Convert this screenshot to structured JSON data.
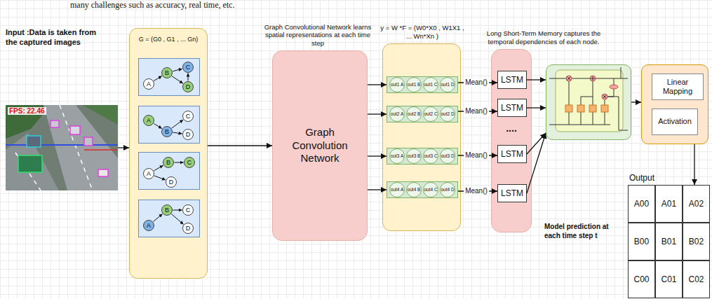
{
  "diagram": {
    "nodes": [
      {
        "text": [
          "Input :Data is taken from the captured images",
          "FPS: 22.46"
        ]
      },
      {
        "text": [
          "G = (G0 , G1 , ... Gn)"
        ]
      },
      {
        "text": [],
        "in": 1
      },
      {
        "text": [
          "A"
        ],
        "in": 2
      },
      {
        "text": [
          "B"
        ],
        "in": 2
      },
      {
        "text": [
          "C"
        ],
        "in": 2
      },
      {
        "text": [
          "D"
        ],
        "in": 2
      },
      {
        "text": [],
        "in": 1
      },
      {
        "text": [
          "A"
        ],
        "in": 7
      },
      {
        "text": [
          "B"
        ],
        "in": 7
      },
      {
        "text": [
          "C"
        ],
        "in": 7
      },
      {
        "text": [
          "D"
        ],
        "in": 7
      },
      {
        "text": [],
        "in": 1
      },
      {
        "text": [
          "A"
        ],
        "in": 12
      },
      {
        "text": [
          "B"
        ],
        "in": 12
      },
      {
        "text": [
          "C"
        ],
        "in": 12
      },
      {
        "text": [
          "D"
        ],
        "in": 12
      },
      {
        "text": [],
        "in": 1
      },
      {
        "text": [
          "A"
        ],
        "in": 17
      },
      {
        "text": [
          "B"
        ],
        "in": 17
      },
      {
        "text": [
          "C"
        ],
        "in": 17
      },
      {
        "text": [
          "D"
        ],
        "in": 17
      },
      {
        "text": [
          "Graph Convolutional Network learns spatial representations at each time step",
          "Graph Convolution Network"
        ]
      },
      {
        "text": [
          "y = W *F = (W0*X0 , W1X1 , ... Wn*Xn )"
        ]
      },
      {
        "text": [],
        "in": 23
      },
      {
        "text": [
          "out1 A"
        ],
        "in": 24
      },
      {
        "text": [
          "out1 B"
        ],
        "in": 24
      },
      {
        "text": [
          "out1 C"
        ],
        "in": 24
      },
      {
        "text": [
          "out1 D"
        ],
        "in": 24
      },
      {
        "text": [],
        "in": 23
      },
      {
        "text": [
          "out2 A"
        ],
        "in": 29
      },
      {
        "text": [
          "out2 B"
        ],
        "in": 29
      },
      {
        "text": [
          "out2 C"
        ],
        "in": 29
      },
      {
        "text": [
          "out2 D"
        ],
        "in": 29
      },
      {
        "text": [],
        "in": 23
      },
      {
        "text": [
          "out3 A"
        ],
        "in": 34
      },
      {
        "text": [
          "out3 B"
        ],
        "in": 34
      },
      {
        "text": [
          "out3 C"
        ],
        "in": 34
      },
      {
        "text": [
          "out3 D"
        ],
        "in": 34
      },
      {
        "text": [],
        "in": 23
      },
      {
        "text": [
          "out4 A"
        ],
        "in": 39
      },
      {
        "text": [
          "out4 B"
        ],
        "in": 39
      },
      {
        "text": [
          "out4 C"
        ],
        "in": 39
      },
      {
        "text": [
          "out4 D"
        ],
        "in": 39
      },
      {
        "text": [
          "Long Short-Term Memory captures the temporal dependencies of each node."
        ]
      },
      {
        "text": [
          "LSTM"
        ],
        "in": 44
      },
      {
        "text": [
          "LSTM"
        ],
        "in": 44
      },
      {
        "text": [
          "LSTM"
        ],
        "in": 44
      },
      {
        "text": [
          "LSTM"
        ],
        "in": 44
      },
      {
        "text": []
      },
      {
        "text": []
      },
      {
        "text": [
          "Linear Mapping"
        ],
        "in": 50
      },
      {
        "text": [
          "Activation"
        ],
        "in": 50
      },
      {
        "text": [
          "Output"
        ]
      }
    ],
    "edges": [
      {
        "from": 0,
        "to": 1,
        "arrow": "to"
      },
      {
        "from": 1,
        "to": 22,
        "arrow": "to"
      },
      {
        "from": 22,
        "to": 24,
        "arrow": "to"
      },
      {
        "from": 22,
        "to": 29,
        "arrow": "to"
      },
      {
        "from": 22,
        "to": 34,
        "arrow": "to"
      },
      {
        "from": 22,
        "to": 39,
        "arrow": "to"
      },
      {
        "from": 24,
        "to": 45,
        "label": "Mean()",
        "arrow": "to"
      },
      {
        "from": 29,
        "to": 46,
        "label": "Mean()",
        "arrow": "to"
      },
      {
        "from": 34,
        "to": 47,
        "label": "Mean()",
        "arrow": "to"
      },
      {
        "from": 39,
        "to": 48,
        "label": "Mean()",
        "arrow": "to"
      },
      {
        "from": 45,
        "to": 49,
        "arrow": "to"
      },
      {
        "from": 46,
        "to": 49,
        "arrow": "to"
      },
      {
        "from": 47,
        "to": 49,
        "arrow": "to"
      },
      {
        "from": 48,
        "to": 49,
        "arrow": "to"
      },
      {
        "from": 49,
        "to": 50,
        "arrow": "to"
      },
      {
        "from": 50,
        "to": 53,
        "arrow": "to"
      },
      {
        "from": 3,
        "to": 4,
        "arrow": "to"
      },
      {
        "from": 4,
        "to": 5,
        "arrow": "to"
      },
      {
        "from": 4,
        "to": 6,
        "arrow": "to"
      },
      {
        "from": 6,
        "to": 5,
        "arrow": "to"
      },
      {
        "from": 8,
        "to": 9,
        "arrow": "to"
      },
      {
        "from": 9,
        "to": 10,
        "arrow": "to"
      },
      {
        "from": 9,
        "to": 11,
        "arrow": "to"
      },
      {
        "from": 13,
        "to": 14,
        "arrow": "to"
      },
      {
        "from": 14,
        "to": 15,
        "arrow": "to"
      },
      {
        "from": 13,
        "to": 16,
        "arrow": "to"
      },
      {
        "from": 18,
        "to": 19,
        "arrow": "to"
      },
      {
        "from": 19,
        "to": 20,
        "arrow": "to"
      },
      {
        "from": 19,
        "to": 21,
        "arrow": "to"
      }
    ],
    "labels": [
      "many challenges such as accuracy, real time, etc.",
      "....",
      "Model prediction at each time step t",
      "A00",
      "A01",
      "A02",
      "B00",
      "B01",
      "B02",
      "C00",
      "C01",
      "C02"
    ]
  }
}
